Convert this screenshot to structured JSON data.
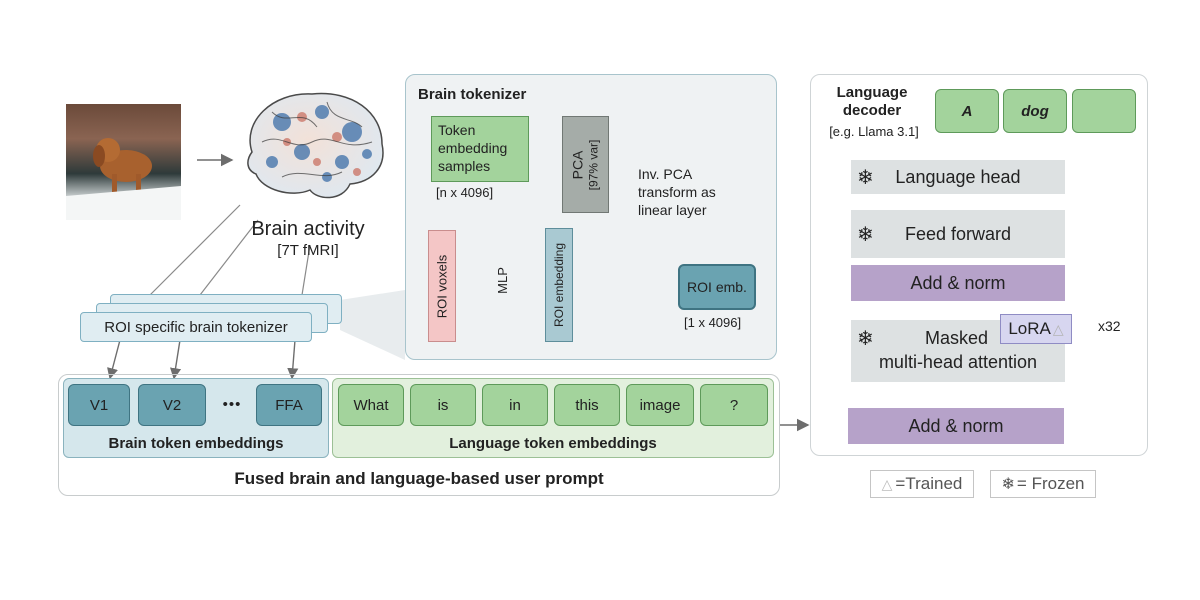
{
  "brain_activity": {
    "title": "Brain activity",
    "subtitle": "[7T fMRI]"
  },
  "roi_tokenizer_label": "ROI specific brain tokenizer",
  "brain_tokenizer": {
    "title": "Brain tokenizer",
    "token_samples": "Token embedding samples",
    "token_samples_dim": "[n x 4096]",
    "pca": "PCA",
    "pca_var": "[97% var]",
    "inv_pca": "Inv. PCA transform as linear layer",
    "roi_voxels": "ROI voxels",
    "mlp": "MLP",
    "roi_embedding": "ROI embedding",
    "roi_emb": "ROI emb.",
    "roi_emb_dim": "[1 x 4096]"
  },
  "brain_tokens": [
    "V1",
    "V2",
    "FFA"
  ],
  "ellipsis": "•••",
  "brain_tokens_label": "Brain token embeddings",
  "language_tokens": [
    "What",
    "is",
    "in",
    "this",
    "image",
    "?"
  ],
  "language_tokens_label": "Language token embeddings",
  "prompt_label": "Fused brain and language-based user prompt",
  "decoder": {
    "title": "Language decoder",
    "example": "[e.g. Llama 3.1]",
    "outputs": [
      "A",
      "dog",
      ""
    ],
    "language_head": "Language head",
    "feed_forward": "Feed forward",
    "add_norm_1": "Add & norm",
    "masked": "Masked",
    "attention": "multi-head attention",
    "lora": "LoRA",
    "add_norm_2": "Add & norm",
    "repeat": "x32"
  },
  "legend": {
    "trained": "=Trained",
    "frozen": "= Frozen"
  },
  "colors": {
    "green": "#a3d39c",
    "teal": "#6aa3b1",
    "purple": "#b6a2c9",
    "grey": "#dde1e2",
    "pink": "#f4c6c6",
    "lora": "#d7d6f0"
  }
}
